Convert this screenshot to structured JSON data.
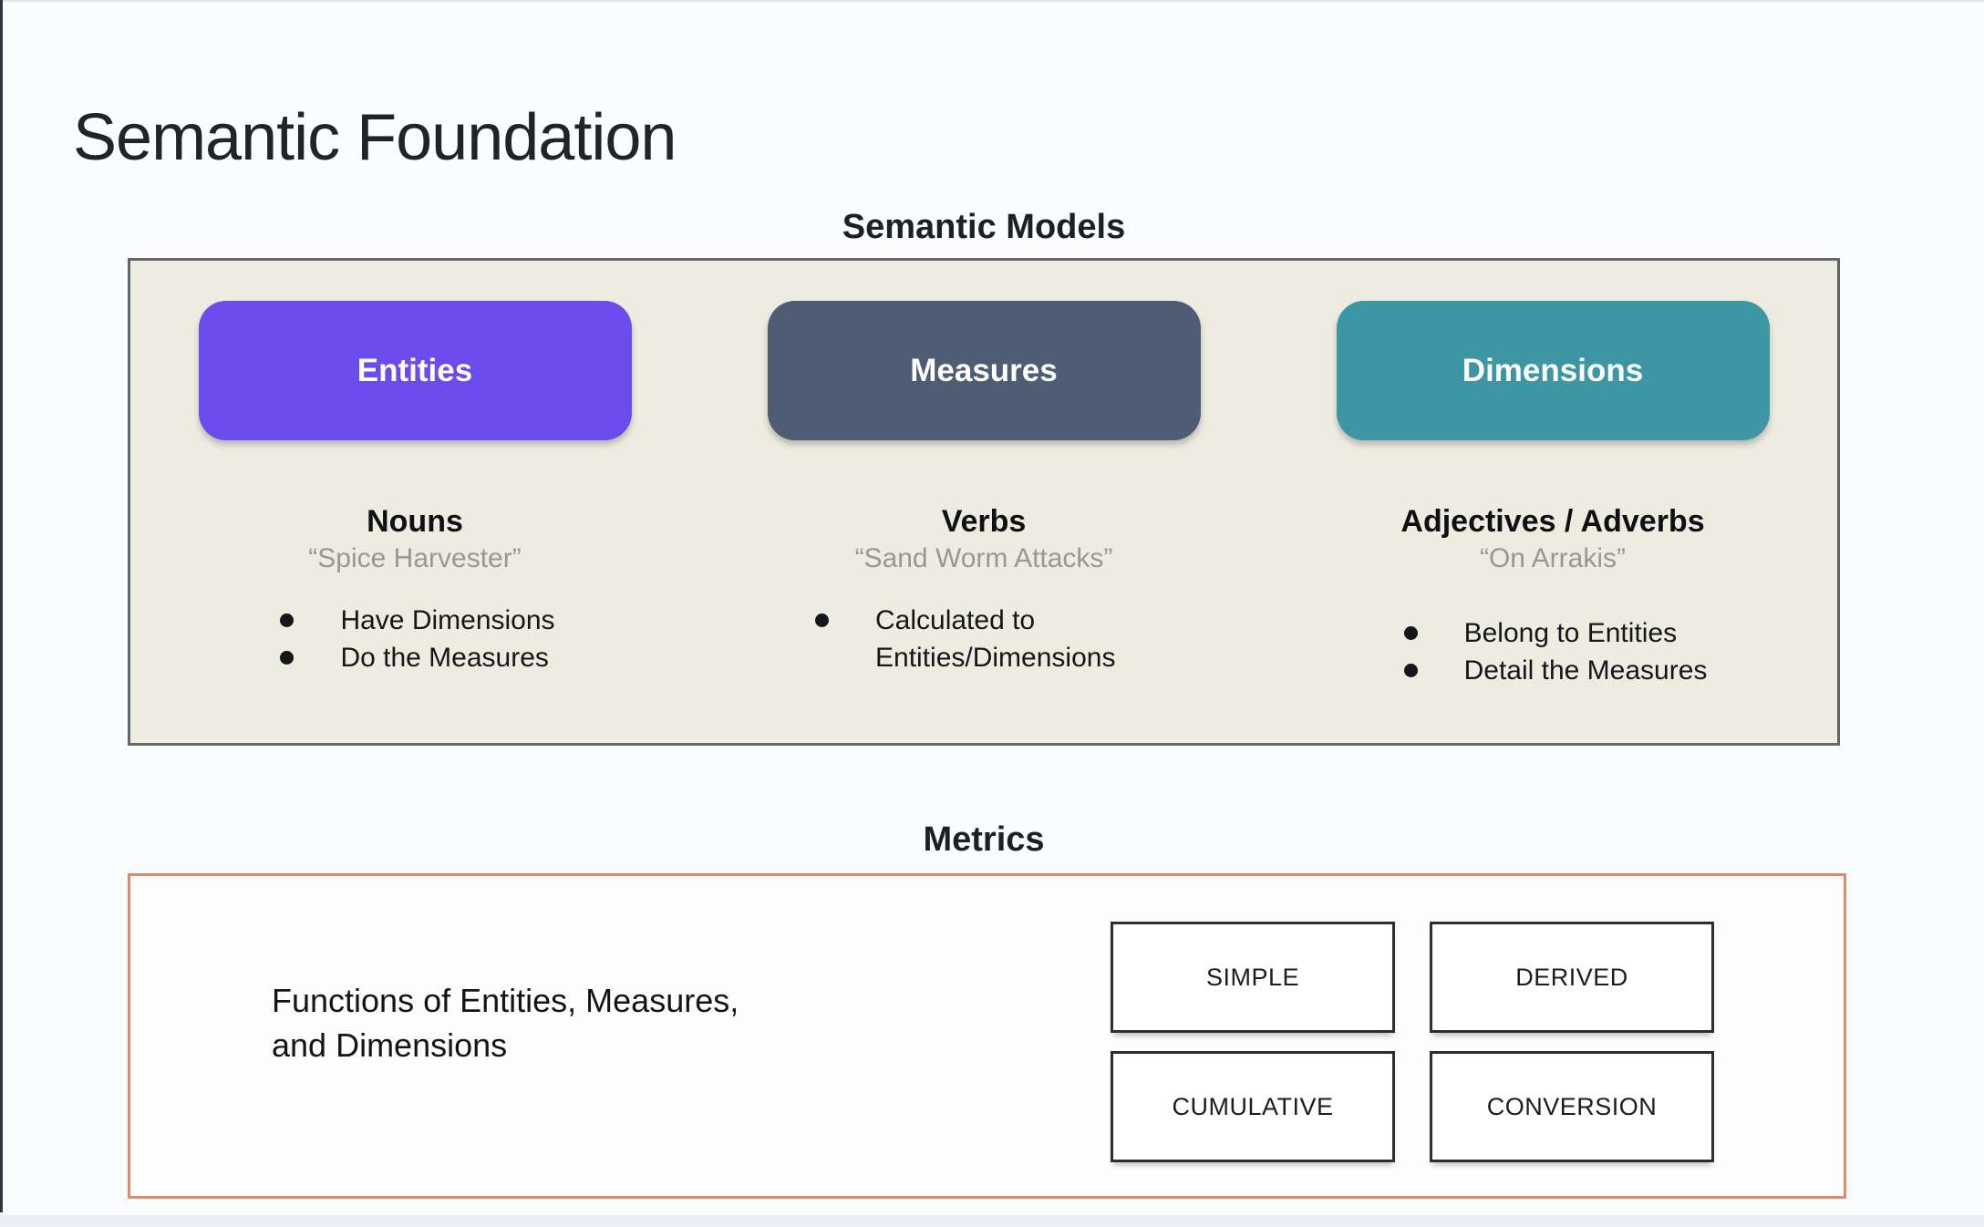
{
  "page": {
    "title": "Semantic Foundation"
  },
  "models": {
    "heading": "Semantic Models",
    "panel_colors": {
      "background": "#eeece1",
      "border": "#63676b"
    },
    "columns": [
      {
        "label": "Entities",
        "color": "#6b4beb",
        "heading": "Nouns",
        "quote": "“Spice Harvester”",
        "bullets": [
          "Have Dimensions",
          "Do the Measures"
        ]
      },
      {
        "label": "Measures",
        "color": "#4e5d73",
        "heading": "Verbs",
        "quote": "“Sand Worm Attacks”",
        "bullets": [
          "Calculated to Entities/Dimensions"
        ]
      },
      {
        "label": "Dimensions",
        "color": "#3c96a4",
        "heading": "Adjectives / Adverbs",
        "quote": "“On Arrakis”",
        "bullets": [
          "Belong to Entities",
          "Detail the Measures"
        ]
      }
    ]
  },
  "metrics": {
    "heading": "Metrics",
    "border_color": "#dd8a6e",
    "description_lines": [
      "Functions of Entities, Measures,",
      "and Dimensions"
    ],
    "types": [
      "SIMPLE",
      "DERIVED",
      "CUMULATIVE",
      "CONVERSION"
    ]
  }
}
